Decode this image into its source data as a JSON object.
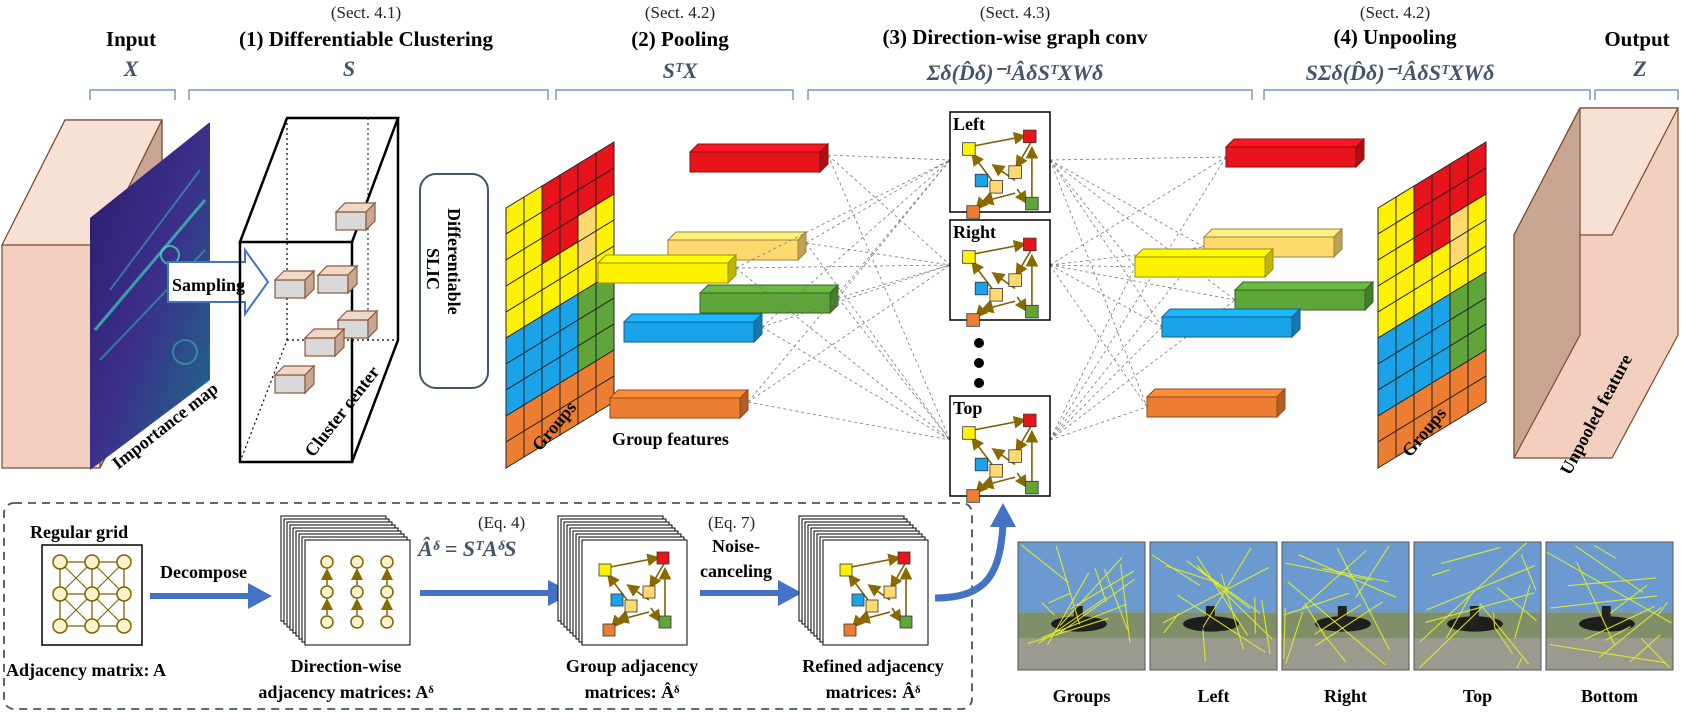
{
  "stages": [
    {
      "id": "input",
      "sect": "",
      "title": "Input",
      "math": "X"
    },
    {
      "id": "clustering",
      "sect": "(Sect. 4.1)",
      "title": "(1) Differentiable  Clustering",
      "math": "S"
    },
    {
      "id": "pooling",
      "sect": "(Sect. 4.2)",
      "title": "(2) Pooling",
      "math": "SᵀX"
    },
    {
      "id": "graphconv",
      "sect": "(Sect. 4.3)",
      "title": "(3) Direction-wise graph conv",
      "math": "Σδ(D̂δ)⁻¹ÂδSᵀXWδ"
    },
    {
      "id": "unpooling",
      "sect": "(Sect. 4.2)",
      "title": "(4) Unpooling",
      "math": "SΣδ(D̂δ)⁻¹ÂδSᵀXWδ"
    },
    {
      "id": "output",
      "sect": "",
      "title": "Output",
      "math": "Z"
    }
  ],
  "labels": {
    "importance_map": "Importance map",
    "sampling": "Sampling",
    "cluster_center": "Cluster center",
    "slic": [
      "Differentiable",
      "SLIC"
    ],
    "groups_left": "Groups",
    "group_features": "Group features",
    "groups_right": "Groups",
    "unpooled_feature": "Unpooled feature",
    "dir_left": "Left",
    "dir_right": "Right",
    "dir_top": "Top"
  },
  "bottom": {
    "regular_grid": "Regular grid",
    "adjacency_a": "Adjacency matrix: A",
    "decompose": "Decompose",
    "dirwise_line1": "Direction-wise",
    "dirwise_line2": "adjacency matrices: Aᵟ",
    "eq4": "(Eq. 4)",
    "eq4_formula": "Âᵟ = SᵀAᵟS",
    "group_adj_line1": "Group adjacency",
    "group_adj_line2": "matrices: Âᵟ",
    "eq7": "(Eq. 7)",
    "noise1": "Noise-",
    "noise2": "canceling",
    "refined_line1": "Refined adjacency",
    "refined_line2": "matrices: Âᵟ"
  },
  "photos": [
    "Groups",
    "Left",
    "Right",
    "Top",
    "Bottom"
  ],
  "colors": {
    "red": "#e8141b",
    "yellow": "#fff200",
    "light_orange": "#ffd86e",
    "green": "#5fa53a",
    "blue": "#1aa3e8",
    "orange": "#ed7d31",
    "slate": "#44546a",
    "arrow_blue": "#4472c4",
    "brown": "#7f6000"
  }
}
